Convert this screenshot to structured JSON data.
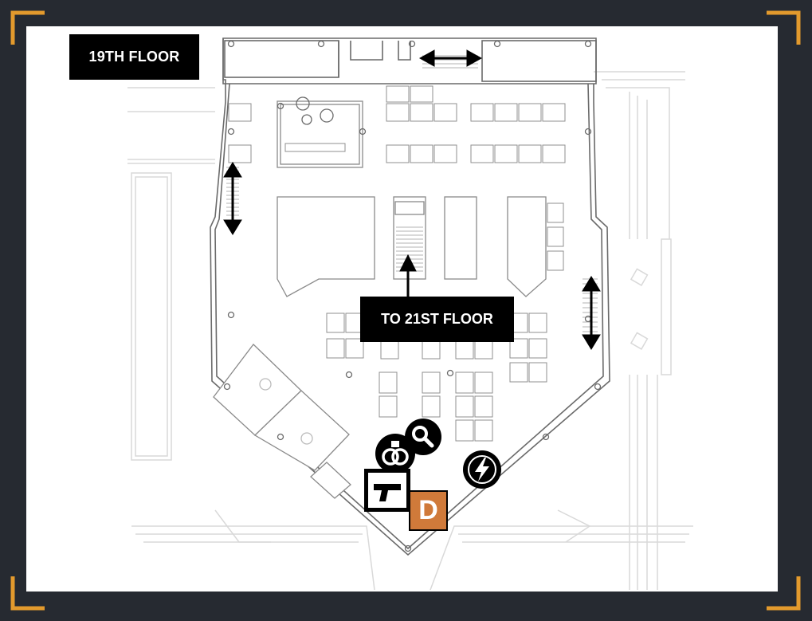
{
  "floor_label": "19TH FLOOR",
  "callout_label": "TO 21ST FLOOR",
  "markers": {
    "d_letter": "D",
    "icons": [
      "search-icon",
      "handcuffs-icon",
      "lightning-icon",
      "pistol-icon",
      "stairs-arrow-icon"
    ]
  },
  "colors": {
    "frame": "#262a31",
    "corner_accent": "#e39a2d",
    "label_bg": "#000000",
    "marker_orange": "#d07a3a"
  }
}
